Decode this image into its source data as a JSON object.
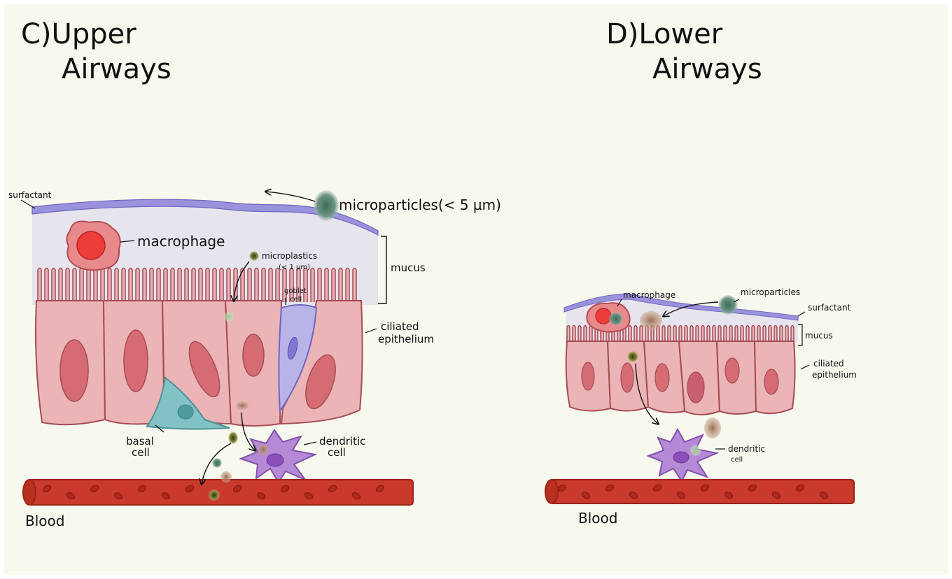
{
  "colors": {
    "background": "#f7f9ee",
    "surfactant": "#9a92dc",
    "mucus": "#e6e4ec",
    "epithelium": "#ebb4b6",
    "nucleus": "#d56c74",
    "cell_outline": "#a54c55",
    "goblet": "#b9b4e8",
    "basal": "#82c2c4",
    "dendritic": "#b48ad6",
    "macrophage": "#e8898c",
    "macrophage_nucleus": "#ec3d3a",
    "blood": "#c93a2c",
    "blood_dark": "#9e2218"
  },
  "upper": {
    "title_line1": "C)Upper",
    "title_line2": "Airways",
    "labels": {
      "surfactant": "surfactant",
      "microparticles": "microparticles(< 5 µm)",
      "macrophage": "macrophage",
      "microplastics": "microplastics",
      "microplastics_size": "(< 1 µm)",
      "mucus": "mucus",
      "goblet_line1": "goblet",
      "goblet_line2": "cell",
      "ciliated_line1": "ciliated",
      "ciliated_line2": "epithelium",
      "basal_line1": "basal",
      "basal_line2": "cell",
      "dendritic_line1": "dendritic",
      "dendritic_line2": "cell",
      "blood": "Blood"
    }
  },
  "lower": {
    "title_line1": "D)Lower",
    "title_line2": "Airways",
    "labels": {
      "macrophage": "macrophage",
      "microparticles": "microparticles",
      "surfactant": "surfactant",
      "mucus": "mucus",
      "ciliated_line1": "ciliated",
      "ciliated_line2": "epithelium",
      "dendritic_line1": "dendritic",
      "dendritic_line2": "cell",
      "blood": "Blood"
    }
  }
}
